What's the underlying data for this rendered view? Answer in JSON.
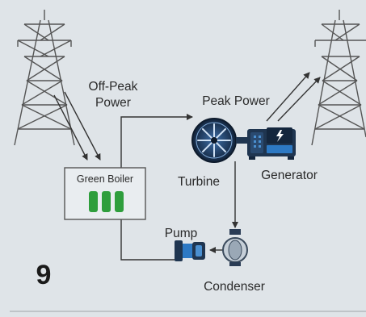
{
  "figure_number": "9",
  "labels": {
    "off_peak_line1": "Off-Peak",
    "off_peak_line2": "Power",
    "peak_power": "Peak Power",
    "green_boiler": "Green Boiler",
    "turbine": "Turbine",
    "generator": "Generator",
    "pump": "Pump",
    "condenser": "Condenser"
  },
  "colors": {
    "background": "#dfe4e8",
    "line": "#333333",
    "boiler_cells": "#2e9e3c",
    "equipment": "#1f3550",
    "equipment_accent": "#2d79c4"
  }
}
